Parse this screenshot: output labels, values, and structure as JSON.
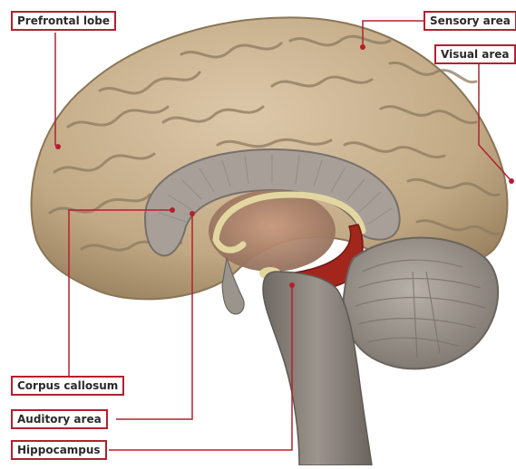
{
  "labels": {
    "prefrontal_lobe": "Prefrontal lobe",
    "sensory_area": "Sensory area",
    "visual_area": "Visual area",
    "corpus_callosum": "Corpus callosum",
    "auditory_area": "Auditory area",
    "hippocampus": "Hippocampus"
  },
  "colors": {
    "label_border": "#b3202f",
    "leader_line": "#b3202f",
    "cerebrum": "#cbb494",
    "cerebrum_shadow": "#8e7a5e",
    "corpus_callosum": "#a59d94",
    "brainstem": "#8d877f",
    "cerebellum": "#a39c95",
    "hippocampus": "#a3261c",
    "fornix": "#e3d7a1"
  }
}
